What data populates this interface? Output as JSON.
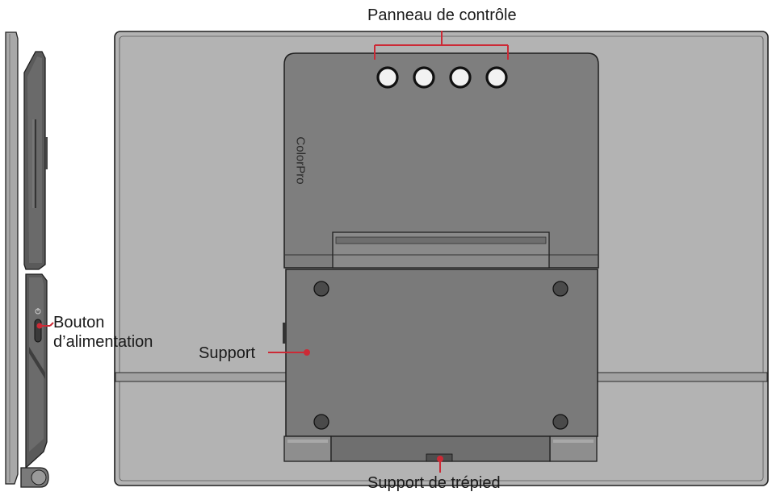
{
  "figure": {
    "brand_text": "ColorPro",
    "accent_color": "#cc2a36"
  },
  "callouts": {
    "control_panel": "Panneau de contrôle",
    "power_button_line1": "Bouton",
    "power_button_line2": "d’alimentation",
    "stand": "Support",
    "tripod_mount": "Support de trépied"
  }
}
